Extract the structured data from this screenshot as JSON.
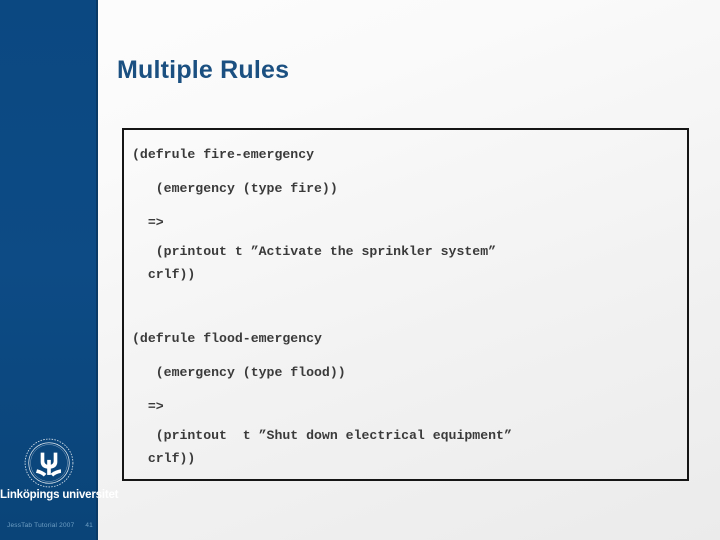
{
  "slide": {
    "title": "Multiple Rules",
    "title_color": "#1b5081",
    "background_color": "#f2f2f2"
  },
  "sidebar": {
    "background_color": "#0d4a82",
    "logo": {
      "icon": "liu-seal-icon",
      "university_name": "Linköpings universitet"
    },
    "footer": {
      "course": "JessTab Tutorial 2007",
      "page_number": "41"
    }
  },
  "code_box": {
    "border_color": "#151515",
    "text_color": "#3a3a3a",
    "rules": [
      {
        "name": "fire-emergency",
        "lines": [
          "(defrule fire-emergency",
          "   (emergency (type fire))",
          "  =>",
          "   (printout t ”Activate the sprinkler system”",
          "  crlf))"
        ]
      },
      {
        "name": "flood-emergency",
        "lines": [
          "(defrule flood-emergency",
          "   (emergency (type flood))",
          "  =>",
          "   (printout  t ”Shut down electrical equipment”",
          "  crlf))"
        ]
      }
    ]
  }
}
